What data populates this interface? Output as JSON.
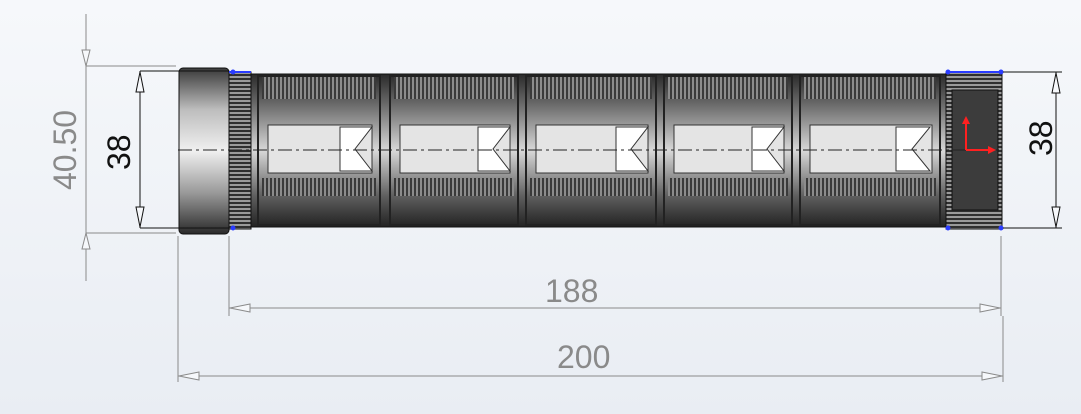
{
  "dimensions": {
    "left_outer_height": "40.50",
    "left_inner_height": "38",
    "right_height": "38",
    "body_length": "188",
    "overall_length": "200"
  },
  "colors": {
    "background_top": "#f6f8fb",
    "background_bottom": "#e9edf3",
    "dimension_gray": "#8a8a8a",
    "dimension_dark": "#111111",
    "part_dark": "#2b2b2b",
    "part_light": "#d9d9d9",
    "vertex_blue": "#2a3cff",
    "axis_red": "#ff2020"
  }
}
